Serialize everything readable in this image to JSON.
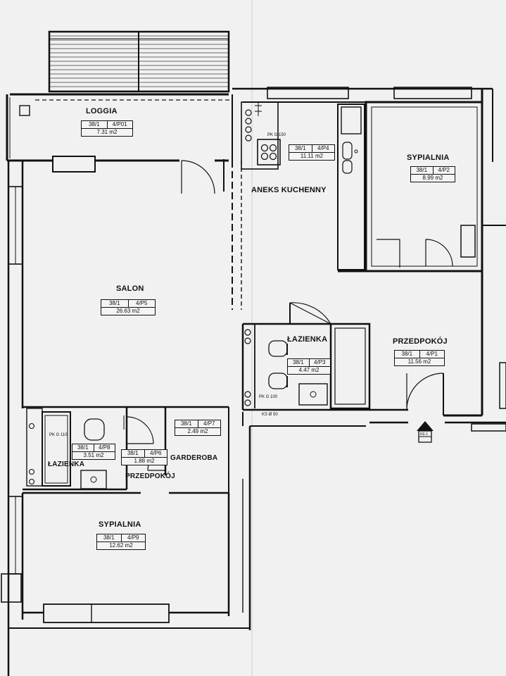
{
  "rooms": [
    {
      "key": "loggia",
      "name": "LOGGIA",
      "id_a": "38/1",
      "id_b": "4/P01",
      "area": "7.31 m2"
    },
    {
      "key": "salon",
      "name": "SALON",
      "id_a": "38/1",
      "id_b": "4/P5",
      "area": "26.63 m2"
    },
    {
      "key": "kitchen",
      "name": "ANEKS KUCHENNY",
      "id_a": "38/1",
      "id_b": "4/P4",
      "area": "11.11 m2"
    },
    {
      "key": "bedroom1",
      "name": "SYPIALNIA",
      "id_a": "38/1",
      "id_b": "4/P2",
      "area": "8.99 m2"
    },
    {
      "key": "bath1",
      "name": "ŁAZIENKA",
      "id_a": "38/1",
      "id_b": "4/P3",
      "area": "4.47 m2"
    },
    {
      "key": "hall1",
      "name": "PRZEDPOKÓJ",
      "id_a": "38/1",
      "id_b": "4/P1",
      "area": "11.56 m2"
    },
    {
      "key": "bath2",
      "name": "ŁAZIENKA",
      "id_a": "38/1",
      "id_b": "4/P8",
      "area": "3.51 m2"
    },
    {
      "key": "hall2",
      "name": "PRZEDPOKÓJ",
      "id_a": "38/1",
      "id_b": "4/P6",
      "area": "1.88 m2"
    },
    {
      "key": "wardrobe",
      "name": "GARDEROBA",
      "id_a": "38/1",
      "id_b": "4/P7",
      "area": "2.49 m2"
    },
    {
      "key": "bedroom2",
      "name": "SYPIALNIA",
      "id_a": "38/1",
      "id_b": "4/P9",
      "area": "12.62 m2"
    }
  ],
  "duct_labels": {
    "kitchen_duct": "PK G 150",
    "bath1_duct": "PK G 100",
    "bath1_duct2": "KS Ø 50",
    "bath2_duct": "PK G 110"
  },
  "entry_label": "KE-1"
}
